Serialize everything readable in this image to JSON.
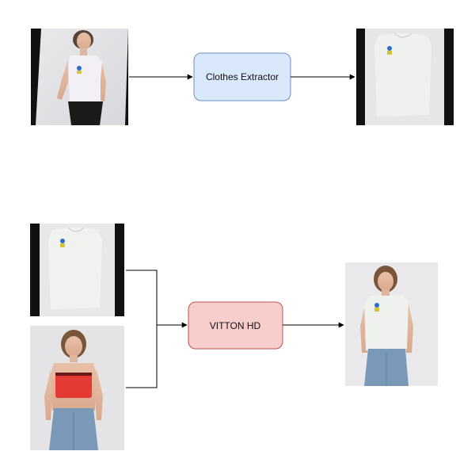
{
  "nodes": {
    "extractor": {
      "label": "Clothes Extractor",
      "fill": "#dae8fc",
      "stroke": "#6c8ebf"
    },
    "viton": {
      "label": "VITTON HD",
      "fill": "#f8cecc",
      "stroke": "#b85450"
    }
  },
  "images": [
    {
      "name": "input-person-photo",
      "content": "woman in white sleeveless tank top"
    },
    {
      "name": "extracted-top-photo",
      "content": "white sleeveless tank top with small logo"
    },
    {
      "name": "garment-input-photo",
      "content": "white sleeveless tank top with small logo"
    },
    {
      "name": "target-person-photo",
      "content": "woman in red crop top and jeans"
    },
    {
      "name": "tryon-result-photo",
      "content": "woman in white tank top and jeans"
    }
  ],
  "colors": {
    "edge": "#000000",
    "background": "#ffffff"
  }
}
